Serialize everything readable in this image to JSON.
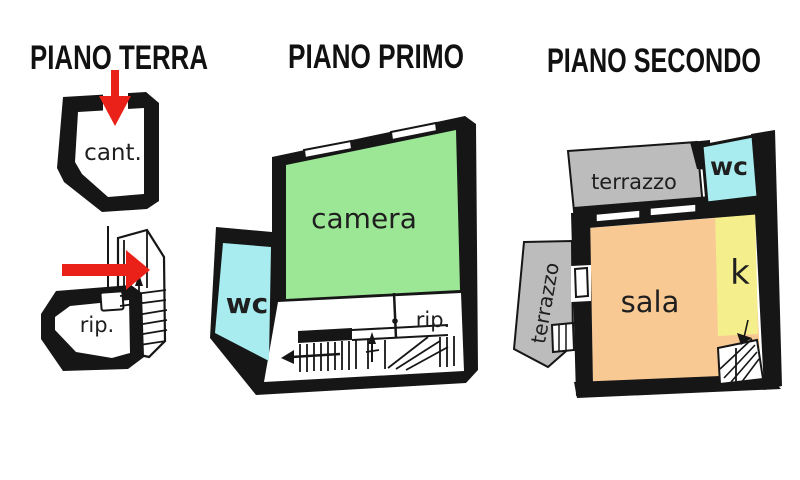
{
  "image_type": "real-estate floor plan sheet",
  "colors": {
    "wall": "#161616",
    "text": "#1f1f1f",
    "camera_green": "#9ce795",
    "wc_cyan": "#a8ecef",
    "terrazzo_gray": "#bcbcbc",
    "sala_orange": "#f9c994",
    "kitchen_yellow": "#f5ee8c",
    "arrow_red": "#e92118",
    "background": "#ffffff"
  },
  "icons": {
    "entry_arrow_down": "red arrow pointing down into cantina entrance",
    "entry_arrow_right": "red arrow pointing right into staircase entrance"
  },
  "floors": [
    {
      "id": "piano-terra",
      "title": "PIANO TERRA",
      "rooms": [
        {
          "name": "cantina",
          "label": "cant."
        },
        {
          "name": "ripostiglio",
          "label": "rip."
        }
      ]
    },
    {
      "id": "piano-primo",
      "title": "PIANO PRIMO",
      "rooms": [
        {
          "name": "camera",
          "label": "camera"
        },
        {
          "name": "wc",
          "label": "wc"
        },
        {
          "name": "ripostiglio",
          "label": "rip."
        }
      ]
    },
    {
      "id": "piano-secondo",
      "title": "PIANO SECONDO",
      "rooms": [
        {
          "name": "terrazzo",
          "label": "terrazzo"
        },
        {
          "name": "wc",
          "label": "wc"
        },
        {
          "name": "sala",
          "label": "sala"
        },
        {
          "name": "cucina",
          "label": "k"
        },
        {
          "name": "terrazzo-laterale",
          "label": "terrazzo"
        }
      ]
    }
  ]
}
